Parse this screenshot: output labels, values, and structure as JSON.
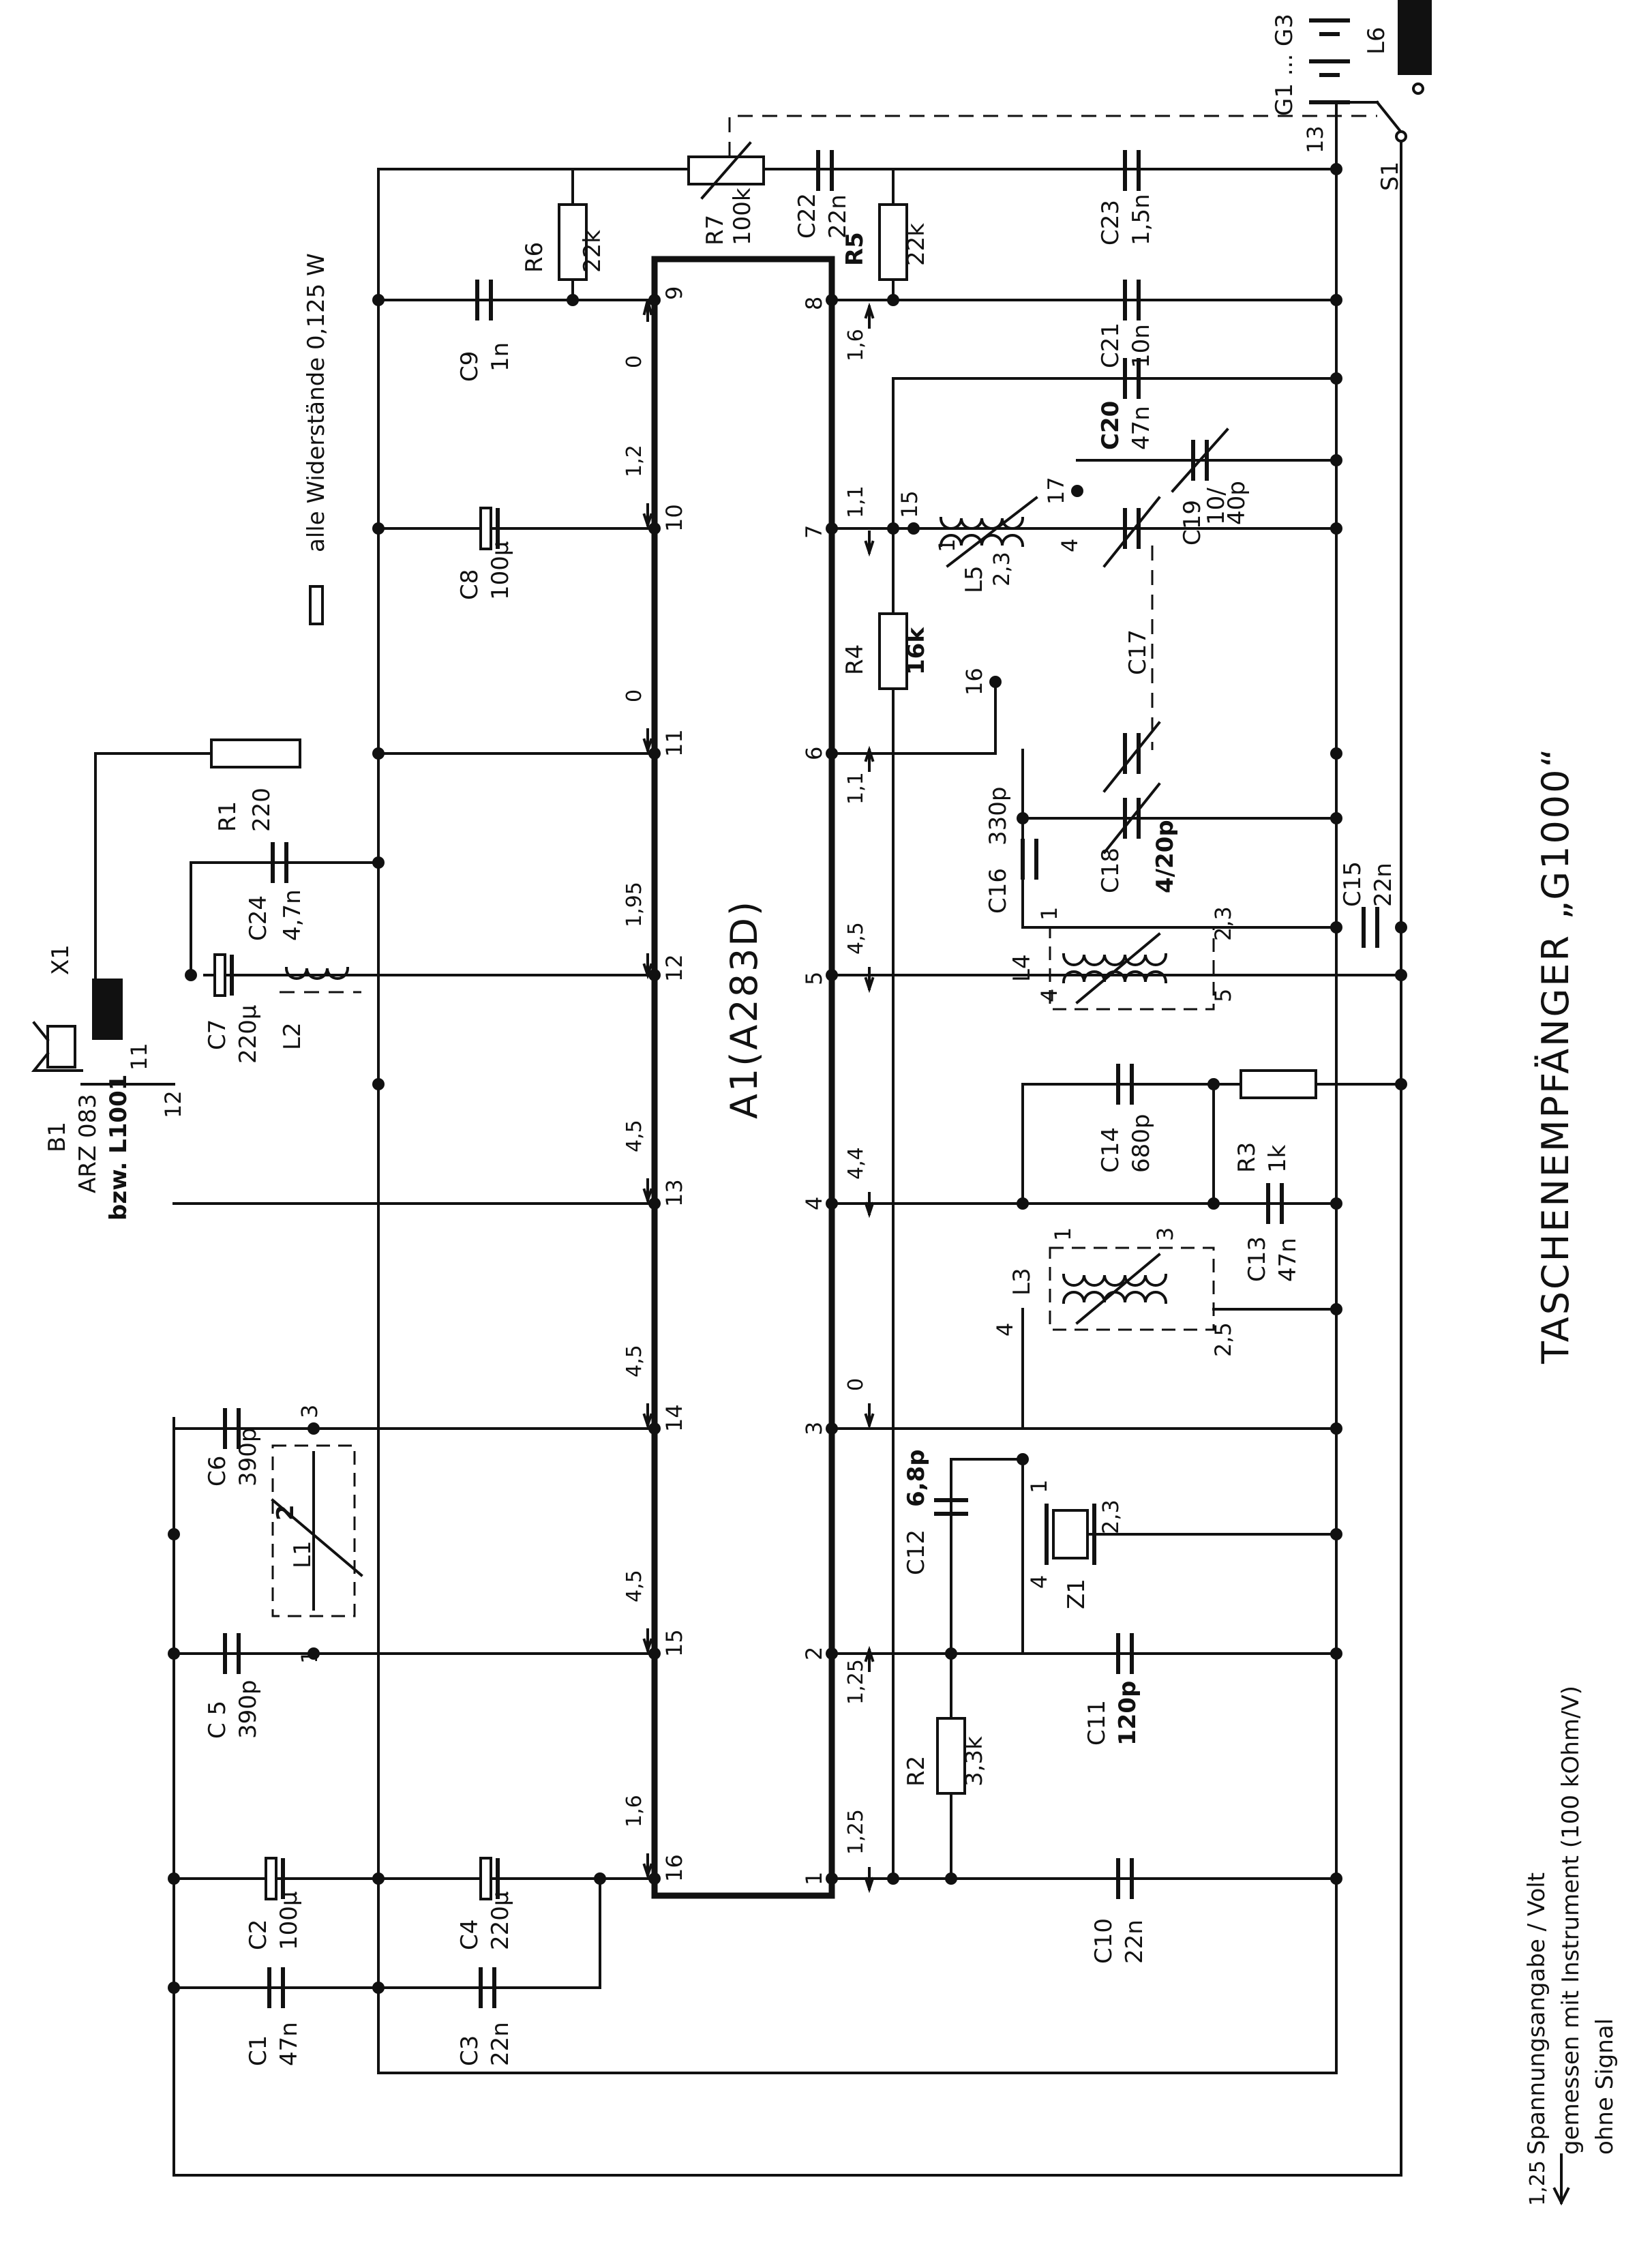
{
  "diagram": {
    "title": "TASCHENEMPFÄNGER „G1000“",
    "ic_label": "A1(A283D)",
    "resistor_note": "alle Widerstände 0,125 W",
    "legend": {
      "example_value": "1,25",
      "line1": "Spannungsangabe / Volt",
      "line2": "gemessen mit Instrument (100  kOhm/V)",
      "line3": "ohne Signal"
    },
    "components": {
      "B1": {
        "ref": "B1",
        "type": "ARZ 083",
        "alt": "bzw. L1001"
      },
      "X1": "X1",
      "R1": [
        "R1",
        "220"
      ],
      "R2": [
        "R2",
        "3,3k"
      ],
      "R3": [
        "R3",
        "1k"
      ],
      "R4": [
        "R4",
        "16k"
      ],
      "R5": [
        "R5",
        "22k"
      ],
      "R6": [
        "R6",
        "22k"
      ],
      "R7": [
        "R7",
        "100k"
      ],
      "C1": [
        "C1",
        "47n"
      ],
      "C2": [
        "C2",
        "100µ"
      ],
      "C3": [
        "C3",
        "22n"
      ],
      "C4": [
        "C4",
        "220µ"
      ],
      "C5": [
        "C 5",
        "390p"
      ],
      "C6": [
        "C6",
        "390p"
      ],
      "C7": [
        "C7",
        "220µ"
      ],
      "C8": [
        "C8",
        "100µ"
      ],
      "C9": [
        "C9",
        "1n"
      ],
      "C10": [
        "C10",
        "22n"
      ],
      "C11": [
        "C11",
        "120p"
      ],
      "C12": [
        "C12",
        "6,8p"
      ],
      "C13": [
        "C13",
        "47n"
      ],
      "C14": [
        "C14",
        "680p"
      ],
      "C15": [
        "C15",
        "22n"
      ],
      "C16": [
        "C16",
        "330p"
      ],
      "C17": "C17",
      "C18": [
        "C18",
        "4/20p"
      ],
      "C19": [
        "C19",
        "10/",
        "40p"
      ],
      "C20": [
        "C20",
        "47n"
      ],
      "C21": [
        "C21",
        "10n"
      ],
      "C22": [
        "C22",
        "22n"
      ],
      "C23": [
        "C23",
        "1,5n"
      ],
      "C24": [
        "C24",
        "4,7n"
      ],
      "L1": "L1",
      "L2": "L2",
      "L3": "L3",
      "L4": "L4",
      "L5": "L5",
      "L6": "L6",
      "Z1": "Z1",
      "S1": "S1",
      "G": "G1 ... G3"
    },
    "ic_pins_left": [
      "9",
      "10",
      "11",
      "12",
      "13",
      "14",
      "15",
      "16"
    ],
    "ic_pins_right": [
      "8",
      "7",
      "6",
      "5",
      "4",
      "3",
      "2",
      "1"
    ],
    "voltages_left": [
      "0",
      "1,2",
      "0",
      "1,95",
      "4,5",
      "4,5",
      "4,5",
      "1,6"
    ],
    "voltages_right": [
      "1,6",
      "1,1",
      "1,1",
      "4,5",
      "4,4",
      "0",
      "1,25",
      "1,25"
    ],
    "terminal_numbers": {
      "speaker_a": "11",
      "speaker_b": "12",
      "l1": [
        "3",
        "2",
        "1"
      ],
      "l3": [
        "1",
        "3",
        "4",
        "2,5"
      ],
      "l4": [
        "1",
        "2,3",
        "4",
        "5"
      ],
      "l5": [
        "15",
        "1",
        "2,3",
        "4",
        "17",
        "16"
      ],
      "z1": [
        "1",
        "4",
        "2,3"
      ],
      "battery": "13"
    }
  }
}
